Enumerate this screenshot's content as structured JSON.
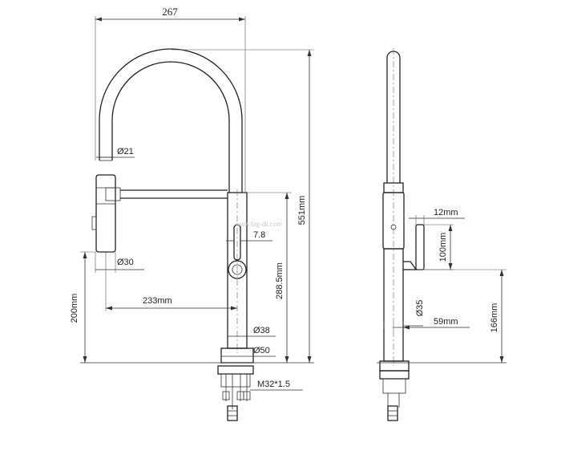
{
  "drawing": {
    "watermark": "www.big-dil.com",
    "dims": {
      "overall_width": "267",
      "spout_dia": "Ø21",
      "handle_thickness": "7.8",
      "head_dia": "Ø30",
      "reach": "233mm",
      "lower_height": "200mm",
      "body_height": "288.5mm",
      "total_height": "551mm",
      "body_dia": "Ø38",
      "base_dia": "Ø50",
      "thread": "M32*1.5",
      "handle_depth": "12mm",
      "handle_length": "100mm",
      "side_dia": "Ø35",
      "side_reach": "59mm",
      "side_height": "166mm"
    }
  }
}
